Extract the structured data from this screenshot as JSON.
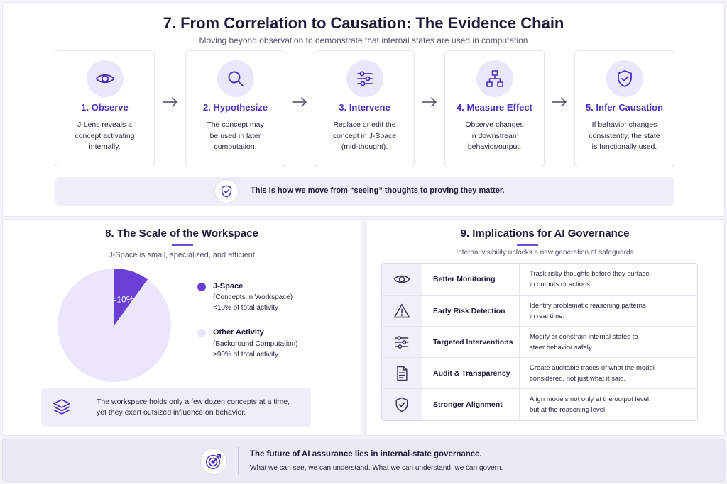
{
  "evidence_chain": {
    "title": "7. From Correlation to Causation: The Evidence Chain",
    "subtitle": "Moving beyond observation to demonstrate that internal states are used in computation",
    "steps": [
      {
        "title": "1. Observe",
        "lines": [
          "J-Lens reveals a",
          "concept activating",
          "internally."
        ],
        "icon": "eye-icon"
      },
      {
        "title": "2. Hypothesize",
        "lines": [
          "The concept may",
          "be used in later",
          "computation."
        ],
        "icon": "magnifier-icon"
      },
      {
        "title": "3. Intervene",
        "lines": [
          "Replace or edit the",
          "concept in J-Space",
          "(mid-thought)."
        ],
        "icon": "sliders-icon"
      },
      {
        "title": "4. Measure Effect",
        "lines": [
          "Observe changes",
          "in downstream",
          "behavior/output."
        ],
        "icon": "hierarchy-icon"
      },
      {
        "title": "5. Infer Causation",
        "lines": [
          "If behavior changes",
          "consistently, the state",
          "is functionally used."
        ],
        "icon": "shield-check-icon"
      }
    ],
    "banner": "This is how we move from “seeing” thoughts to proving they matter."
  },
  "workspace": {
    "title": "8. The Scale of the Workspace",
    "subtitle": "J-Space is small, specialized, and efficient",
    "pie_label": "<10%",
    "legend": [
      {
        "title": "J-Space",
        "line1": "(Concepts in Workspace)",
        "line2": "<10% of total activity",
        "color": "#6a3fd6"
      },
      {
        "title": "Other Activity",
        "line1": "(Background Computation)",
        "line2": ">90% of total activity",
        "color": "#ebe6fb"
      }
    ],
    "note_line1": "The workspace holds only a few dozen concepts at a time,",
    "note_line2": "yet they exert outsized influence on behavior."
  },
  "chart_data": {
    "type": "pie",
    "title": "",
    "slices": [
      {
        "label": "J-Space",
        "value": 10,
        "color": "#6a3fd6",
        "data_label": "<10%"
      },
      {
        "label": "Other Activity",
        "value": 90,
        "color": "#ebe6fb"
      }
    ]
  },
  "governance": {
    "title": "9. Implications for AI Governance",
    "subtitle": "Internal visibility unlocks a new generation of safeguards",
    "rows": [
      {
        "label": "Better Monitoring",
        "line1": "Track risky thoughts before they surface",
        "line2": "in outputs or actions.",
        "icon": "eye-icon"
      },
      {
        "label": "Early Risk Detection",
        "line1": "Identify problematic reasoning patterns",
        "line2": "in real time.",
        "icon": "warning-icon"
      },
      {
        "label": "Targeted Interventions",
        "line1": "Modify or constrain internal states to",
        "line2": "steer behavior safely.",
        "icon": "sliders-icon"
      },
      {
        "label": "Audit & Transparency",
        "line1": "Create auditable traces of what the model",
        "line2": "considered, not just what it said.",
        "icon": "document-icon"
      },
      {
        "label": "Stronger Alignment",
        "line1": "Align models not only at the output level,",
        "line2": "but at the reasoning level.",
        "icon": "shield-check-icon"
      }
    ]
  },
  "footer": {
    "headline": "The future of AI assurance lies in internal-state governance.",
    "tagline": "What we can see, we can understand. What we can understand, we can govern."
  },
  "colors": {
    "accent": "#4a2fb8",
    "pie_main": "#6a3fd6",
    "pie_rest": "#ebe6fb",
    "soft_bg": "#efedf8"
  }
}
